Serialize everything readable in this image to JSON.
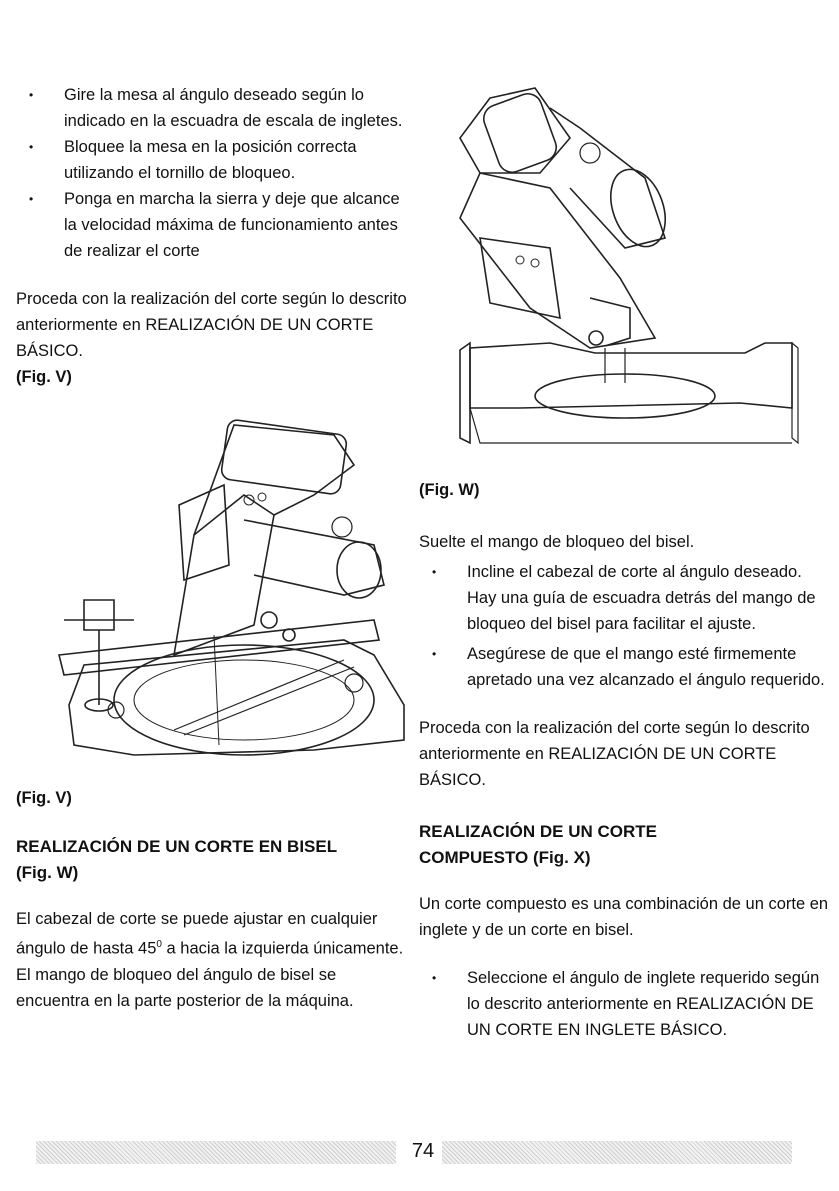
{
  "left": {
    "bullets": [
      "Gire la mesa al ángulo deseado según lo indicado en la escuadra de escala de ingletes.",
      "Bloquee la mesa en la posición correcta utilizando el tornillo de bloqueo.",
      "Ponga en marcha la sierra y deje que alcance la velocidad máxima de funcionamiento antes de realizar el corte"
    ],
    "para1": "Proceda con la realización del corte según lo descrito anteriormente en REALIZACIÓN DE UN CORTE BÁSICO.",
    "fig_ref_top": "(Fig. V)",
    "fig_caption": "(Fig. V)",
    "section_heading": "REALIZACIÓN DE UN CORTE EN BISEL",
    "section_fig": "(Fig. W)",
    "para2": "El cabezal de corte se puede ajustar en cualquier ángulo de hasta 45",
    "para2_sup": "0",
    "para2_end": " a hacia la izquierda únicamente.",
    "para3": "El mango de bloqueo del ángulo de bisel se encuentra en la parte posterior de la máquina."
  },
  "right": {
    "fig_caption": "(Fig. W)",
    "intro": "Suelte el mango de bloqueo del bisel.",
    "bullets": [
      "Incline el cabezal de corte al ángulo deseado. Hay una guía de escuadra detrás del mango de bloqueo del bisel para facilitar el ajuste.",
      "Asegúrese de que el mango esté firmemente apretado una vez alcanzado el ángulo requerido."
    ],
    "para1": "Proceda con la realización del corte según lo descrito anteriormente en REALIZACIÓN DE UN CORTE BÁSICO.",
    "section_heading": "REALIZACIÓN DE UN CORTE COMPUESTO (Fig. X)",
    "para2": "Un corte compuesto es una combinación de un corte en inglete y de un corte en bisel.",
    "bullets2": [
      "Seleccione el ángulo de inglete requerido según lo descrito anteriormente en REALIZACIÓN DE UN CORTE EN INGLETE BÁSICO."
    ]
  },
  "footer": {
    "page_number": "74"
  }
}
